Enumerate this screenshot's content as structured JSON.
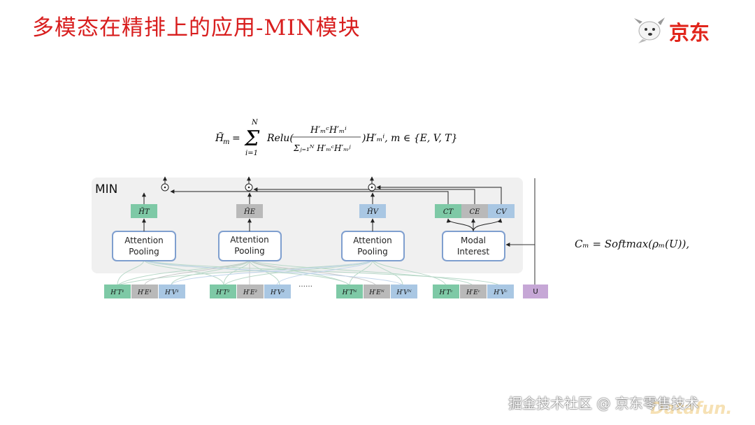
{
  "title": "多模态在精排上的应用-MIN模块",
  "logo": {
    "text": "京东",
    "icon": "jd-dog-logo-icon",
    "color": "#e1251b"
  },
  "formulas": {
    "hm": "H̃ₘ = Σᵢ₌₁ᴺ Relu( H′ₘᶜH′ₘⁱ / Σⱼ₌₁ᴺ H′ₘᶜH′ₘʲ ) H′ₘⁱ, m ∈ {E, V, T}",
    "cm": "Cₘ = Softmax(ρₘ(U)),"
  },
  "diagram": {
    "panel_label": "MIN",
    "modules": {
      "pool1": {
        "line1": "Attention",
        "line2": "Pooling"
      },
      "pool2": {
        "line1": "Attention",
        "line2": "Pooling"
      },
      "pool3": {
        "line1": "Attention",
        "line2": "Pooling"
      },
      "modal": {
        "line1": "Modal",
        "line2": "Interest"
      }
    },
    "outputs": {
      "t": "H̃T",
      "e": "H̃E",
      "v": "H̃V",
      "ct": "CT",
      "ce": "CE",
      "cv": "CV"
    },
    "inputs": {
      "g1": [
        "H′T¹",
        "H′E¹",
        "H′V¹"
      ],
      "g2": [
        "H′T²",
        "H′E²",
        "H′V²"
      ],
      "gn": [
        "H′Tᴺ",
        "H′Eᴺ",
        "H′Vᴺ"
      ],
      "gc": [
        "H′Tᶜ",
        "H′Eᶜ",
        "H′Vᶜ"
      ]
    },
    "ellipsis": "……",
    "u_label": "U",
    "product_symbol": "⊙"
  },
  "colors": {
    "title": "#d81e1e",
    "green": "#7ec9a6",
    "gray": "#b9b9b9",
    "blue": "#a9c7e3",
    "purple": "#c6a7d6",
    "module_border": "#7f9fcf",
    "panel_bg": "#f0f0f0"
  },
  "watermark": "掘金技术社区 @ 京东零售技术"
}
